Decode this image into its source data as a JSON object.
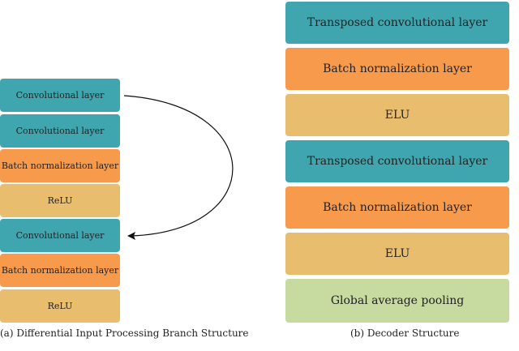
{
  "left": {
    "caption": "(a) Differential Input Processing Branch Structure",
    "layers": [
      {
        "label": "Convolutional layer",
        "color": "teal"
      },
      {
        "label": "Convolutional layer",
        "color": "teal"
      },
      {
        "label": "Batch normalization layer",
        "color": "orange"
      },
      {
        "label": "ReLU",
        "color": "tan"
      },
      {
        "label": "Convolutional layer",
        "color": "teal"
      },
      {
        "label": "Batch normalization layer",
        "color": "orange"
      },
      {
        "label": "ReLU",
        "color": "tan"
      }
    ]
  },
  "right": {
    "caption": "(b) Decoder Structure",
    "layers": [
      {
        "label": "Transposed convolutional layer",
        "color": "teal"
      },
      {
        "label": "Batch normalization layer",
        "color": "orange"
      },
      {
        "label": "ELU",
        "color": "tan"
      },
      {
        "label": "Transposed convolutional layer",
        "color": "teal"
      },
      {
        "label": "Batch normalization layer",
        "color": "orange"
      },
      {
        "label": "ELU",
        "color": "tan"
      },
      {
        "label": "Global average pooling",
        "color": "green"
      }
    ]
  },
  "colors": {
    "teal": "#3fa5ae",
    "orange": "#f89a4b",
    "tan": "#e9bd6e",
    "green": "#c7da9f"
  }
}
